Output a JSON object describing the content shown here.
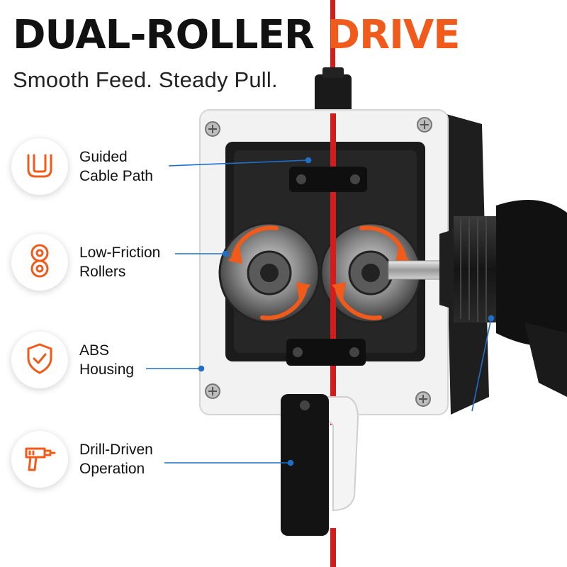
{
  "header": {
    "title_dark": "DUAL-ROLLER",
    "title_accent": "DRIVE",
    "subtitle": "Smooth Feed. Steady Pull."
  },
  "features": [
    {
      "icon": "cable-path-icon",
      "line1": "Guided",
      "line2": "Cable Path"
    },
    {
      "icon": "rollers-icon",
      "line1": "Low-Friction",
      "line2": "Rollers"
    },
    {
      "icon": "shield-check-icon",
      "line1": "ABS",
      "line2": "Housing"
    },
    {
      "icon": "drill-icon",
      "line1": "Drill-Driven",
      "line2": "Operation"
    }
  ],
  "colors": {
    "accent": "#f05a1a",
    "cable": "#d31c1c",
    "callout_line": "#1f6fc9",
    "housing": "#f2f2f2",
    "dark": "#1a1a1a"
  }
}
